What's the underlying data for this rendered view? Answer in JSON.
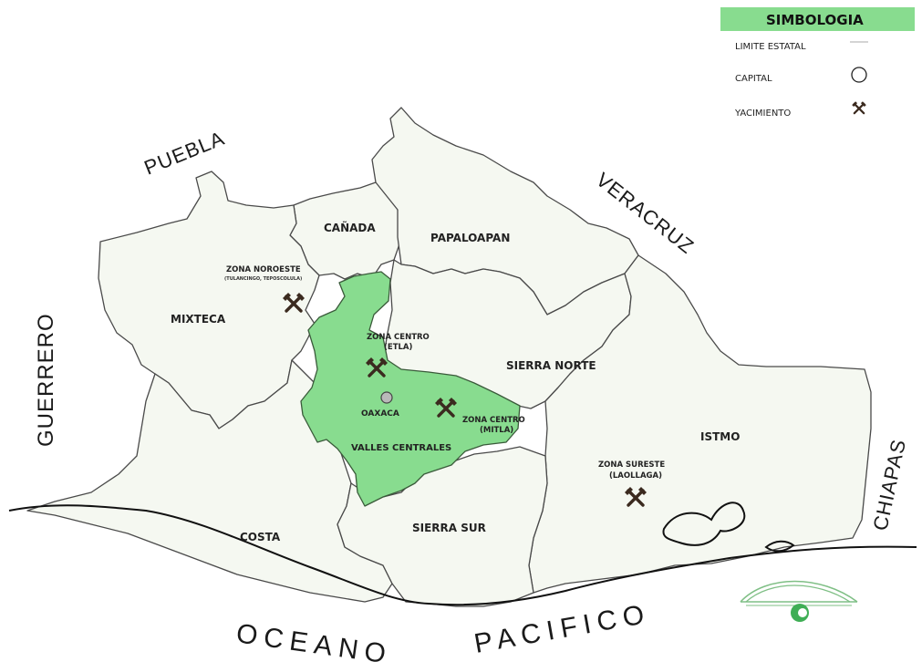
{
  "legend": {
    "title": "SIMBOLOGIA",
    "items": [
      {
        "label": "LIMITE ESTATAL",
        "icon": "state-boundary-icon"
      },
      {
        "label": "CAPITAL",
        "icon": "capital-circle-icon"
      },
      {
        "label": "YACIMIENTO",
        "icon": "pickaxe-icon"
      }
    ],
    "header_color": "#88dc8f"
  },
  "neighbors": {
    "puebla": "PUEBLA",
    "veracruz": "VERACRUZ",
    "guerrero": "GUERRERO",
    "chiapas": "CHIAPAS"
  },
  "ocean": {
    "word1": "OCEANO",
    "word2": "PACIFICO"
  },
  "regions": {
    "canada": "CAÑADA",
    "papaloapan": "PAPALOAPAN",
    "mixteca": "MIXTECA",
    "sierra_norte": "SIERRA NORTE",
    "valles_centrales": "VALLES CENTRALES",
    "istmo": "ISTMO",
    "costa": "COSTA",
    "sierra_sur": "SIERRA SUR"
  },
  "capital": {
    "name": "OAXACA"
  },
  "zones": {
    "noroeste": {
      "title": "ZONA NOROESTE",
      "subtitle": "(TULANCINGO, TEPOSCOLULA)"
    },
    "centro_etla": {
      "title": "ZONA CENTRO",
      "subtitle": "(ETLA)"
    },
    "centro_mitla": {
      "title": "ZONA CENTRO",
      "subtitle": "(MITLA)"
    },
    "sureste": {
      "title": "ZONA SURESTE",
      "subtitle": "(LAOLLAGA)"
    }
  },
  "colors": {
    "region_fill": "#f5f8f1",
    "highlight_fill": "#88dc8f",
    "mine_icon": "#3b2a1f"
  }
}
